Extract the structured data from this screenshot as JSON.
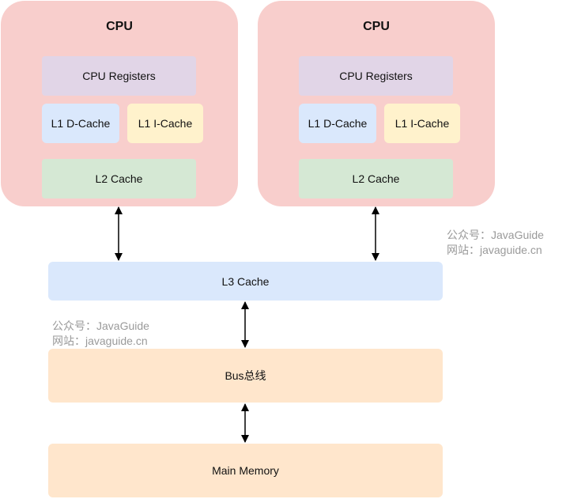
{
  "cpus": [
    {
      "title": "CPU",
      "registers": "CPU Registers",
      "l1d": "L1 D-Cache",
      "l1i": "L1 I-Cache",
      "l2": "L2 Cache"
    },
    {
      "title": "CPU",
      "registers": "CPU Registers",
      "l1d": "L1 D-Cache",
      "l1i": "L1 I-Cache",
      "l2": "L2 Cache"
    }
  ],
  "l3": "L3 Cache",
  "bus": "Bus总线",
  "memory": "Main Memory",
  "watermarks": [
    {
      "line1": "公众号：JavaGuide",
      "line2": "网站：javaguide.cn"
    },
    {
      "line1": "公众号：JavaGuide",
      "line2": "网站：javaguide.cn"
    }
  ],
  "colors": {
    "cpu": "#f8cecc",
    "registers": "#e1d5e7",
    "l1d": "#dae8fc",
    "l1i": "#fff2cc",
    "l2": "#d5e8d4",
    "l3": "#dae8fc",
    "bus": "#ffe6cc",
    "memory": "#ffe6cc"
  }
}
